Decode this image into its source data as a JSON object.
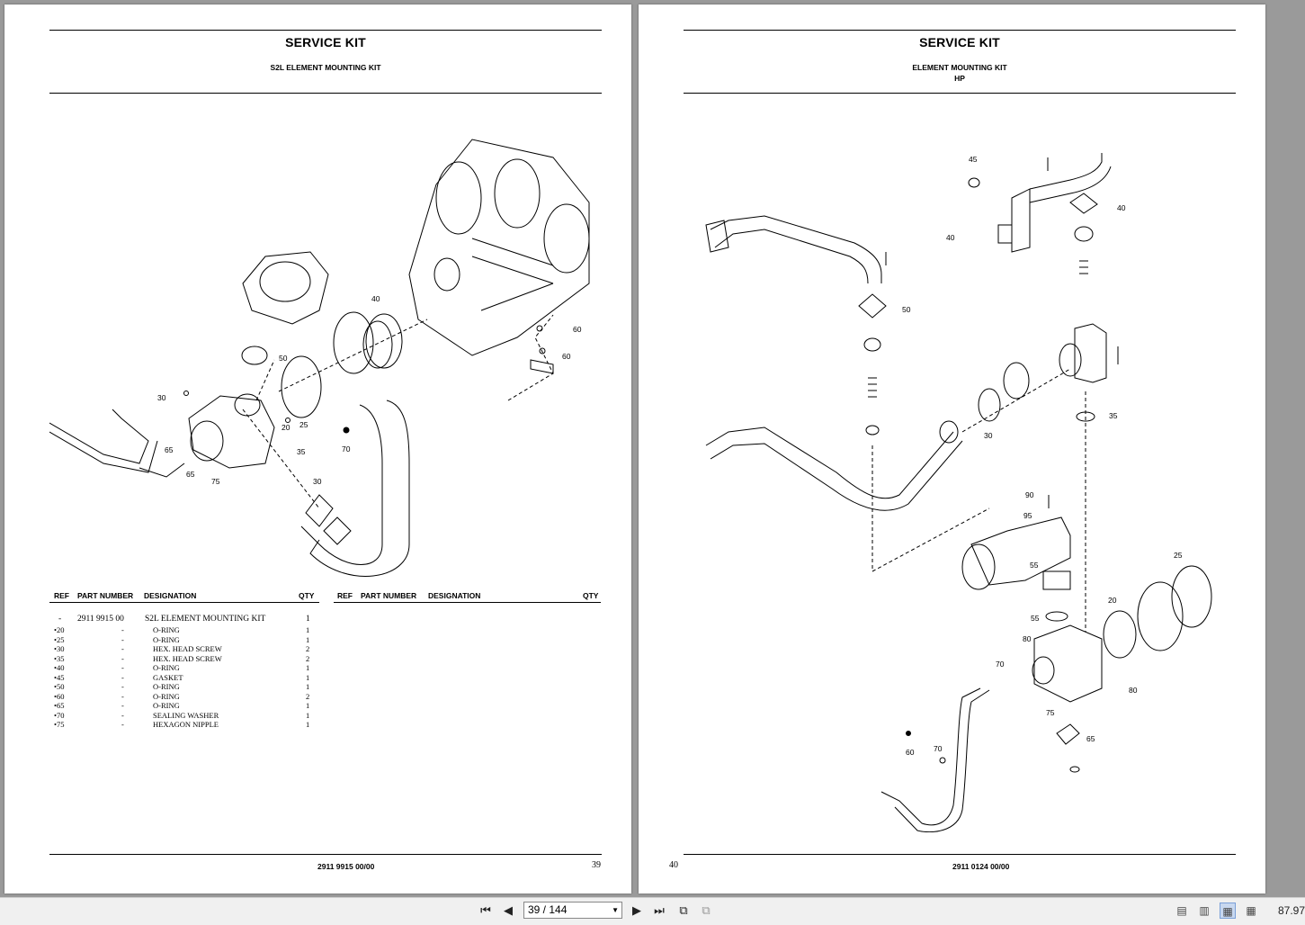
{
  "left_page": {
    "title": "SERVICE KIT",
    "subtitle": "S2L ELEMENT MOUNTING KIT",
    "callouts": [
      "30",
      "65",
      "65",
      "75",
      "20",
      "25",
      "35",
      "70",
      "30",
      "50",
      "40",
      "60",
      "60"
    ],
    "table": {
      "headers_left": [
        "REF",
        "PART NUMBER",
        "DESIGNATION",
        "QTY"
      ],
      "headers_right": [
        "REF",
        "PART NUMBER",
        "DESIGNATION",
        "QTY"
      ],
      "rows": [
        {
          "ref": "-",
          "part": "2911 9915 00",
          "designation": "S2L ELEMENT MOUNTING KIT",
          "qty": "1"
        },
        {
          "ref": "•20",
          "part": "-",
          "designation": "O-RING",
          "qty": "1"
        },
        {
          "ref": "•25",
          "part": "-",
          "designation": "O-RING",
          "qty": "1"
        },
        {
          "ref": "•30",
          "part": "-",
          "designation": "HEX. HEAD SCREW",
          "qty": "2"
        },
        {
          "ref": "•35",
          "part": "-",
          "designation": "HEX. HEAD SCREW",
          "qty": "2"
        },
        {
          "ref": "•40",
          "part": "-",
          "designation": "O-RING",
          "qty": "1"
        },
        {
          "ref": "•45",
          "part": "-",
          "designation": "GASKET",
          "qty": "1"
        },
        {
          "ref": "•50",
          "part": "-",
          "designation": "O-RING",
          "qty": "1"
        },
        {
          "ref": "•60",
          "part": "-",
          "designation": "O-RING",
          "qty": "2"
        },
        {
          "ref": "•65",
          "part": "-",
          "designation": "O-RING",
          "qty": "1"
        },
        {
          "ref": "•70",
          "part": "-",
          "designation": "SEALING WASHER",
          "qty": "1"
        },
        {
          "ref": "•75",
          "part": "-",
          "designation": "HEXAGON NIPPLE",
          "qty": "1"
        }
      ]
    },
    "footer_doc": "2911 9915 00/00",
    "page_number": "39"
  },
  "right_page": {
    "title": "SERVICE KIT",
    "subtitle_line1": "ELEMENT MOUNTING KIT",
    "subtitle_line2": "HP",
    "callouts": [
      "45",
      "40",
      "40",
      "50",
      "35",
      "30",
      "90",
      "95",
      "25",
      "20",
      "55",
      "55",
      "80",
      "70",
      "80",
      "75",
      "65",
      "60",
      "70"
    ],
    "footer_doc": "2911 0124 00/00",
    "page_number": "40"
  },
  "toolbar": {
    "page_indicator": "39 / 144",
    "zoom": "87.97",
    "icons": [
      "first-page-icon",
      "prev-page-icon",
      "next-page-icon",
      "last-page-icon",
      "back-view-icon",
      "forward-view-icon"
    ]
  }
}
